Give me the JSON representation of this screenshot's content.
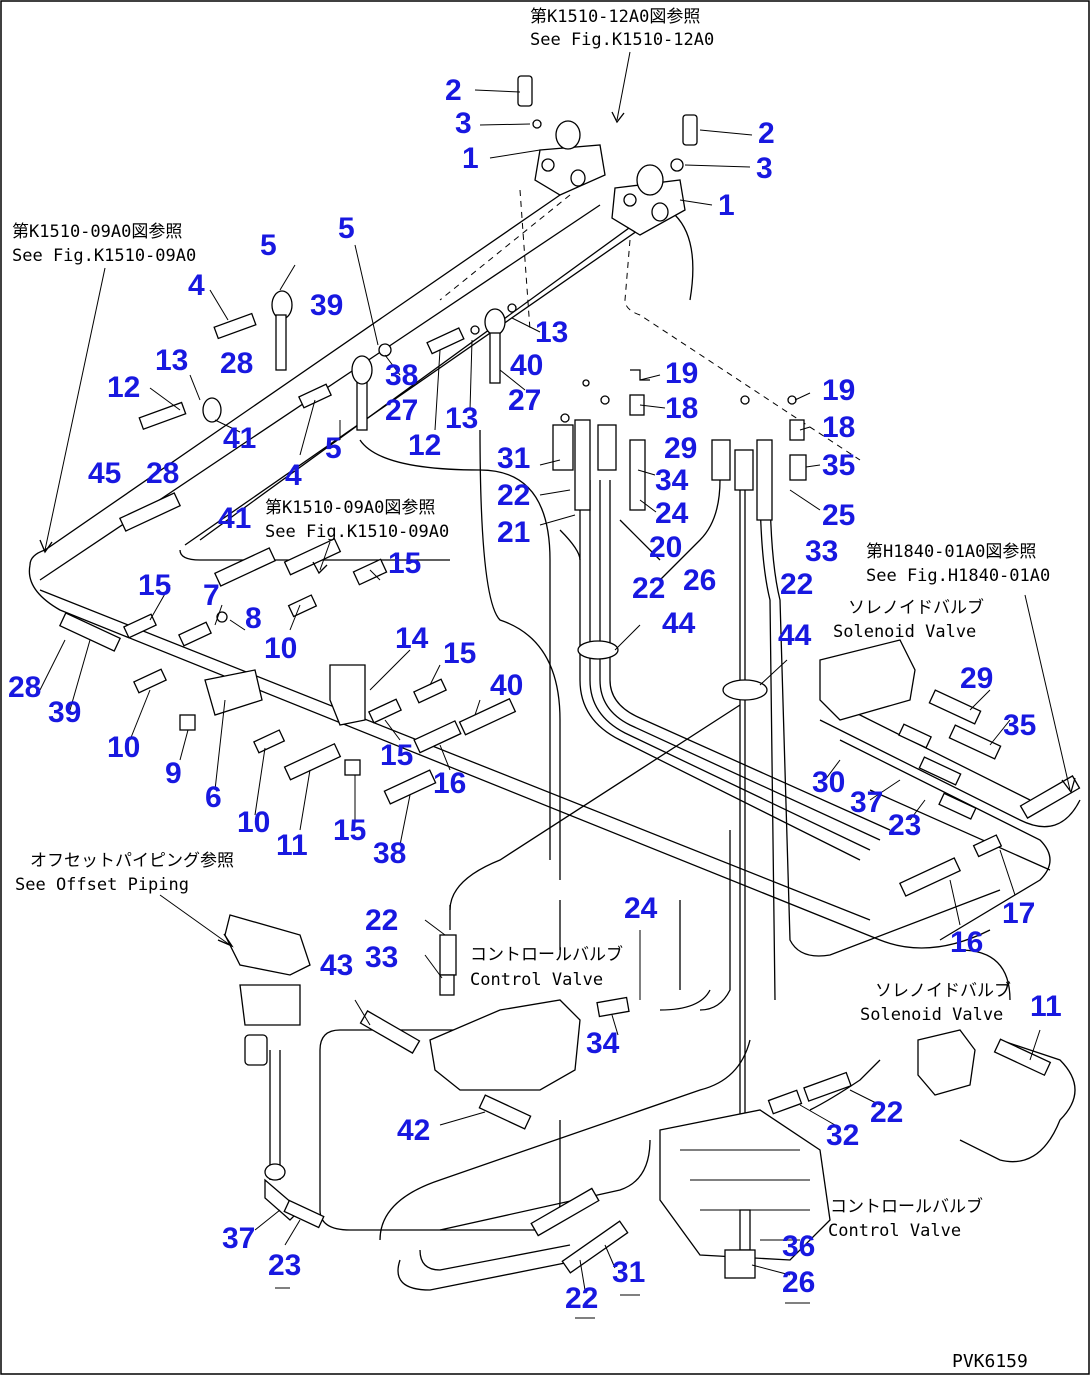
{
  "references": {
    "top_jp": "第K1510-12A0図参照",
    "top_en": "See Fig.K1510-12A0",
    "left_jp": "第K1510-09A0図参照",
    "left_en": "See Fig.K1510-09A0",
    "mid_jp": "第K1510-09A0図参照",
    "mid_en": "See Fig.K1510-09A0",
    "right_jp": "第H1840-01A0図参照",
    "right_en": "See Fig.H1840-01A0",
    "offset_jp": "オフセットパイピング参照",
    "offset_en": "See Offset Piping"
  },
  "components": {
    "solenoid_upper_jp": "ソレノイドバルブ",
    "solenoid_upper_en": "Solenoid Valve",
    "solenoid_lower_jp": "ソレノイドバルブ",
    "solenoid_lower_en": "Solenoid Valve",
    "control_center_jp": "コントロールバルブ",
    "control_center_en": "Control Valve",
    "control_lower_jp": "コントロールバルブ",
    "control_lower_en": "Control Valve"
  },
  "figure_code": "PVK6159",
  "part_numbers": {
    "n2a": "2",
    "n3a": "3",
    "n1a": "1",
    "n2b": "2",
    "n3b": "3",
    "n1b": "1",
    "n5a": "5",
    "n5b": "5",
    "n4a": "4",
    "n39a": "39",
    "n13a": "13",
    "n28a": "28",
    "n12a": "12",
    "n41a": "41",
    "n28b": "28",
    "n45": "45",
    "n38a": "38",
    "n27a": "27",
    "n12b": "12",
    "n13b": "13",
    "n40a": "40",
    "n13c": "13",
    "n27b": "27",
    "n4b": "4",
    "n5c": "5",
    "n19a": "19",
    "n18a": "18",
    "n29a": "29",
    "n31a": "31",
    "n34a": "34",
    "n22a": "22",
    "n24a": "24",
    "n21": "21",
    "n20": "20",
    "n22b": "22",
    "n19b": "19",
    "n18b": "18",
    "n35a": "35",
    "n25": "25",
    "n33a": "33",
    "n26a": "26",
    "n22c": "22",
    "n41b": "41",
    "n15a": "15",
    "n15b": "15",
    "n7": "7",
    "n8": "8",
    "n10a": "10",
    "n28c": "28",
    "n39b": "39",
    "n10b": "10",
    "n9": "9",
    "n6": "6",
    "n10c": "10",
    "n11a": "11",
    "n15c": "15",
    "n38b": "38",
    "n14": "14",
    "n15d": "15",
    "n40b": "40",
    "n15e": "15",
    "n16a": "16",
    "n44a": "44",
    "n44b": "44",
    "n29b": "29",
    "n35b": "35",
    "n30": "30",
    "n37a": "37",
    "n23a": "23",
    "n16b": "16",
    "n17": "17",
    "n22d": "22",
    "n33b": "33",
    "n24b": "24",
    "n43": "43",
    "n34b": "34",
    "n11b": "11",
    "n22e": "22",
    "n32": "32",
    "n42": "42",
    "n37b": "37",
    "n23b": "23",
    "n36": "36",
    "n22f": "22",
    "n31b": "31",
    "n26b": "26"
  }
}
